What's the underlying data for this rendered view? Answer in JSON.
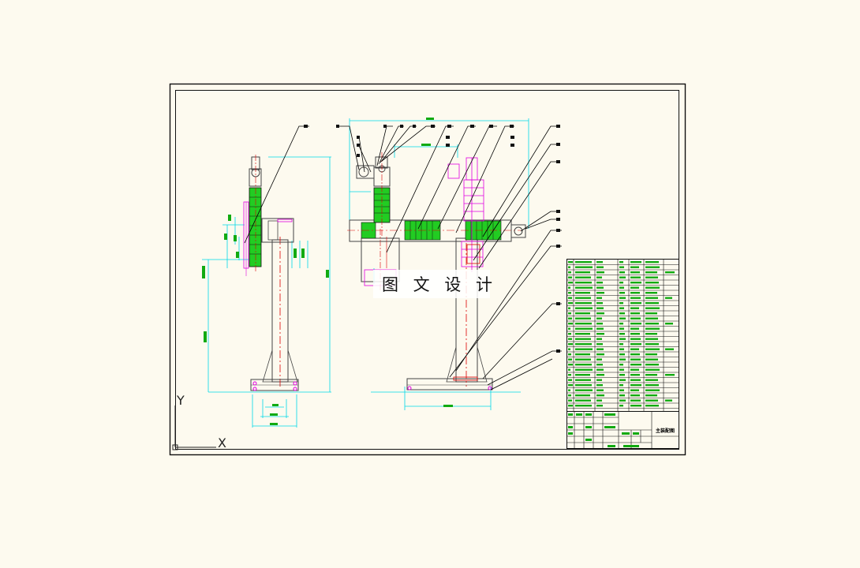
{
  "watermark": "图 文 设 计",
  "ucs": {
    "x_label": "X",
    "y_label": "Y"
  },
  "title_block": {
    "drawing_title": "主装配图"
  },
  "colors": {
    "background": "#fdfaef",
    "frame": "#111111",
    "dimension": "#00d8e8",
    "part_fill": "#22cc22",
    "alt_view": "#e000e0",
    "center_line": "#dd0000",
    "leader": "#000000"
  }
}
